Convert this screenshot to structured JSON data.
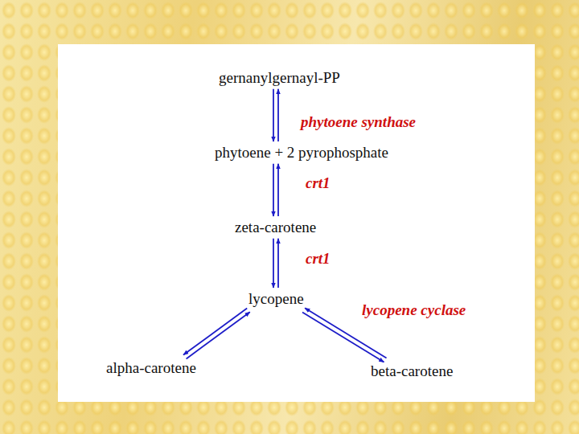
{
  "diagram": {
    "nodes": [
      {
        "text": [
          "gernanylgernayl-PP"
        ]
      },
      {
        "text": [
          "phytoene + 2 pyrophosphate"
        ]
      },
      {
        "text": [
          "zeta-carotene"
        ]
      },
      {
        "text": [
          "lycopene"
        ]
      },
      {
        "text": [
          "alpha-carotene"
        ]
      },
      {
        "text": [
          "beta-carotene"
        ]
      }
    ],
    "edges": [
      {
        "from": 0,
        "to": 1,
        "arrow": "both",
        "label": "phytoene synthase"
      },
      {
        "from": 1,
        "to": 2,
        "arrow": "both",
        "label": "crt1"
      },
      {
        "from": 2,
        "to": 3,
        "arrow": "both",
        "label": "crt1"
      },
      {
        "from": 3,
        "to": 4,
        "arrow": "both"
      },
      {
        "from": 3,
        "to": 5,
        "arrow": "both",
        "label": "lycopene cyclase"
      }
    ]
  }
}
